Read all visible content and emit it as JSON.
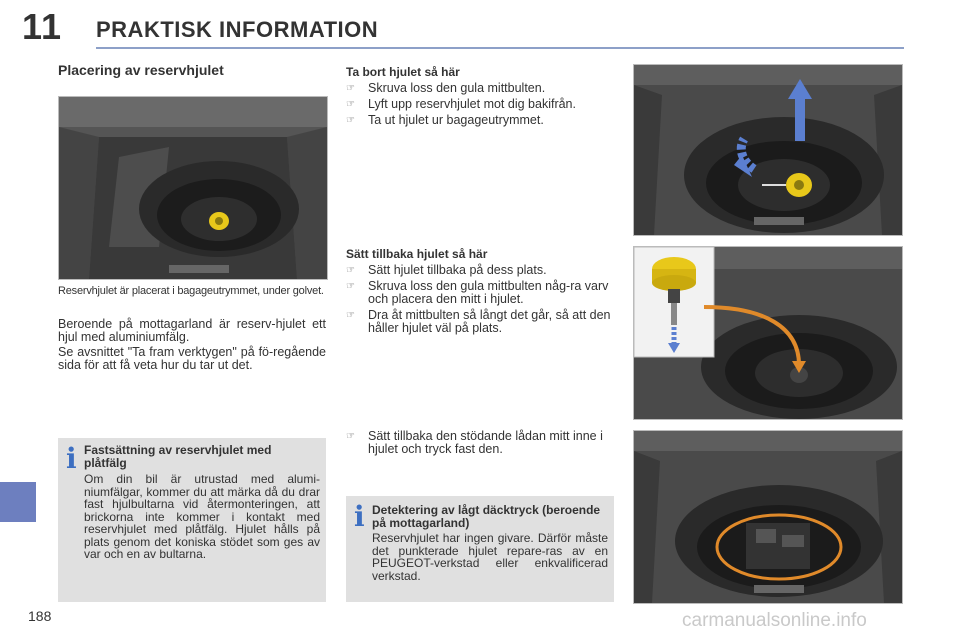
{
  "header": {
    "chapter_number": "11",
    "chapter_title": "PRAKTISK INFORMATION"
  },
  "page_number": "188",
  "left": {
    "section_title": "Placering av reservhjulet",
    "caption": "Reservhjulet är placerat i bagageutrymmet, under golvet.",
    "para1": "Beroende på mottagarland är reserv-hjulet ett hjul med aluminiumfälg.",
    "para2": "Se avsnittet \"Ta fram verktygen\" på fö-regående sida för att få veta hur du tar ut det.",
    "info": {
      "title": "Fastsättning av reservhjulet med plåtfälg",
      "body": "Om din bil är utrustad med alumi-niumfälgar, kommer du att märka då du drar fast hjulbultarna vid återmonteringen, att brickorna inte kommer i kontakt med reservhjulet med plåtfälg. Hjulet hålls på plats genom det koniska stödet som ges av var och en av bultarna."
    }
  },
  "middle": {
    "remove_heading": "Ta bort hjulet så här",
    "remove_steps": [
      "Skruva loss den gula mittbulten.",
      "Lyft upp reservhjulet mot dig bakifrån.",
      "Ta ut hjulet ur bagageutrymmet."
    ],
    "refit_heading": "Sätt tillbaka hjulet så här",
    "refit_steps": [
      "Sätt hjulet tillbaka på dess plats.",
      "Skruva loss den gula mittbulten någ-ra varv och placera den mitt i hjulet.",
      "Dra åt mittbulten så långt det går, så att den håller hjulet väl på plats."
    ],
    "final_step": "Sätt tillbaka den stödande lådan mitt inne i hjulet och tryck fast den.",
    "info": {
      "title": "Detektering av lågt däcktryck (beroende på mottagarland)",
      "body": "Reservhjulet har ingen givare. Därför måste det punkterade hjulet repare-ras av en PEUGEOT-verkstad eller enkvalificerad verkstad."
    }
  },
  "bullet_icon": "pointing-hand-icon",
  "info_icon": "info-icon",
  "watermark": "carmanualsonline.info",
  "colors": {
    "accent_blue": "#3d6fc1",
    "side_tab": "#6d7fbf",
    "header_rule": "#8da0c8",
    "info_bg": "#e0e0e0",
    "bolt_yellow": "#e8c81a",
    "arrow_blue": "#5b7fd0",
    "box_orange": "#e08a2a"
  }
}
